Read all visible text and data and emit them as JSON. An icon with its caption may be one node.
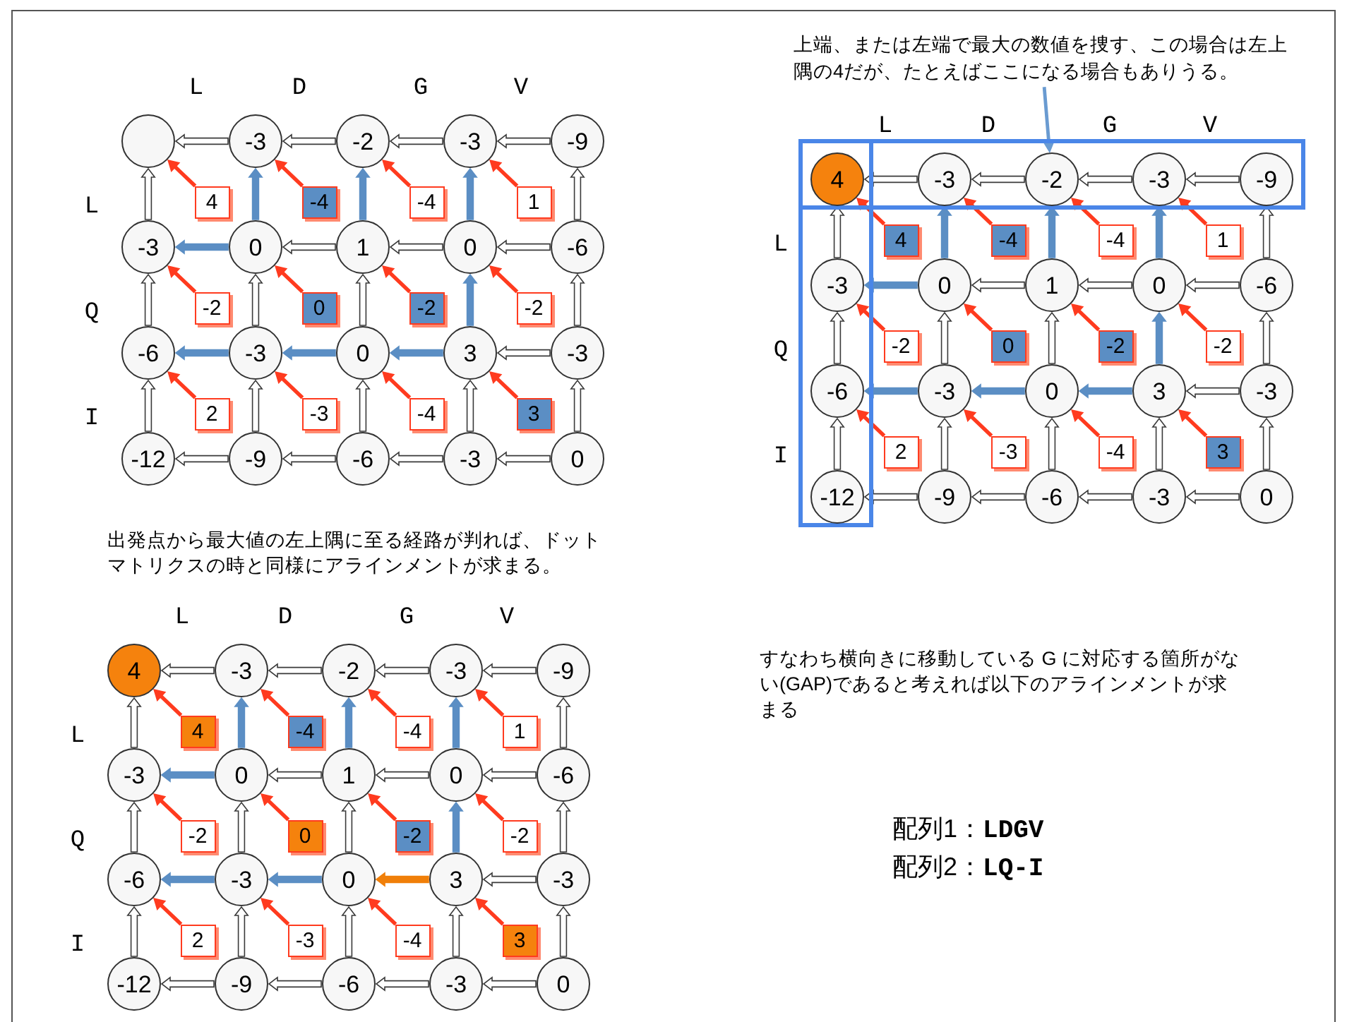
{
  "diagram": {
    "nodes": [
      {
        "text": [],
        "shape": "circle"
      },
      {
        "text": [
          "-3"
        ]
      },
      {
        "text": [
          "-2"
        ]
      },
      {
        "text": [
          "-3"
        ]
      },
      {
        "text": [
          "-9"
        ]
      },
      {
        "text": [
          "-3"
        ]
      },
      {
        "text": [
          "0"
        ]
      },
      {
        "text": [
          "1"
        ]
      },
      {
        "text": [
          "0"
        ]
      },
      {
        "text": [
          "-6"
        ]
      },
      {
        "text": [
          "-6"
        ]
      },
      {
        "text": [
          "-3"
        ]
      },
      {
        "text": [
          "0"
        ]
      },
      {
        "text": [
          "3"
        ]
      },
      {
        "text": [
          "-3"
        ]
      },
      {
        "text": [
          "-12"
        ]
      },
      {
        "text": [
          "-9"
        ]
      },
      {
        "text": [
          "-6"
        ]
      },
      {
        "text": [
          "-3"
        ]
      },
      {
        "text": [
          "0"
        ]
      },
      {
        "text": [
          "4"
        ]
      },
      {
        "text": [
          "-4"
        ]
      },
      {
        "text": [
          "-4"
        ]
      },
      {
        "text": [
          "1"
        ]
      },
      {
        "text": [
          "-2"
        ]
      },
      {
        "text": [
          "0"
        ]
      },
      {
        "text": [
          "-2"
        ]
      },
      {
        "text": [
          "-2"
        ]
      },
      {
        "text": [
          "2"
        ]
      },
      {
        "text": [
          "-3"
        ]
      },
      {
        "text": [
          "-4"
        ]
      },
      {
        "text": [
          "3"
        ]
      },
      {
        "text": [
          "上端、または左端で最大の数値を捜す、この場合は左上隅の4だが、たとえばここになる場合もありうる。"
        ]
      },
      {
        "text": [
          "4"
        ]
      },
      {
        "text": [
          "-3"
        ]
      },
      {
        "text": [
          "-2"
        ]
      },
      {
        "text": [
          "-3"
        ]
      },
      {
        "text": [
          "-9"
        ]
      },
      {
        "text": [
          "-3"
        ]
      },
      {
        "text": [
          "0"
        ]
      },
      {
        "text": [
          "1"
        ]
      },
      {
        "text": [
          "0"
        ]
      },
      {
        "text": [
          "-6"
        ]
      },
      {
        "text": [
          "-6"
        ]
      },
      {
        "text": [
          "-3"
        ]
      },
      {
        "text": [
          "0"
        ]
      },
      {
        "text": [
          "3"
        ]
      },
      {
        "text": [
          "-3"
        ]
      },
      {
        "text": [
          "-12"
        ]
      },
      {
        "text": [
          "-9"
        ]
      },
      {
        "text": [
          "-6"
        ]
      },
      {
        "text": [
          "-3"
        ]
      },
      {
        "text": [
          "0"
        ]
      },
      {
        "text": [
          "4"
        ]
      },
      {
        "text": [
          "-4"
        ]
      },
      {
        "text": [
          "-4"
        ]
      },
      {
        "text": [
          "1"
        ]
      },
      {
        "text": [
          "-2"
        ]
      },
      {
        "text": [
          "0"
        ]
      },
      {
        "text": [
          "-2"
        ]
      },
      {
        "text": [
          "-2"
        ]
      },
      {
        "text": [
          "2"
        ]
      },
      {
        "text": [
          "-3"
        ]
      },
      {
        "text": [
          "-4"
        ]
      },
      {
        "text": [
          "3"
        ]
      },
      {
        "text": [
          "4"
        ]
      },
      {
        "text": [
          "-3"
        ]
      },
      {
        "text": [
          "-2"
        ]
      },
      {
        "text": [
          "-3"
        ]
      },
      {
        "text": [
          "-9"
        ]
      },
      {
        "text": [
          "-3"
        ]
      },
      {
        "text": [
          "0"
        ]
      },
      {
        "text": [
          "1"
        ]
      },
      {
        "text": [
          "0"
        ]
      },
      {
        "text": [
          "-6"
        ]
      },
      {
        "text": [
          "-6"
        ]
      },
      {
        "text": [
          "-3"
        ]
      },
      {
        "text": [
          "0"
        ]
      },
      {
        "text": [
          "3"
        ]
      },
      {
        "text": [
          "-3"
        ]
      },
      {
        "text": [
          "-12"
        ]
      },
      {
        "text": [
          "-9"
        ]
      },
      {
        "text": [
          "-6"
        ]
      },
      {
        "text": [
          "-3"
        ]
      },
      {
        "text": [
          "0"
        ]
      },
      {
        "text": [
          "4"
        ]
      },
      {
        "text": [
          "-4"
        ]
      },
      {
        "text": [
          "-4"
        ]
      },
      {
        "text": [
          "1"
        ]
      },
      {
        "text": [
          "-2"
        ]
      },
      {
        "text": [
          "0"
        ]
      },
      {
        "text": [
          "-2"
        ]
      },
      {
        "text": [
          "-2"
        ]
      },
      {
        "text": [
          "2"
        ]
      },
      {
        "text": [
          "-3"
        ]
      },
      {
        "text": [
          "-4"
        ]
      },
      {
        "text": [
          "3"
        ]
      }
    ],
    "edges": [
      {
        "from": 1,
        "to": 0,
        "arrow": "to"
      },
      {
        "from": 2,
        "to": 1,
        "arrow": "to"
      },
      {
        "from": 3,
        "to": 2,
        "arrow": "to"
      },
      {
        "from": 4,
        "to": 3,
        "arrow": "to"
      },
      {
        "from": 6,
        "to": 5,
        "arrow": "to",
        "color": "#5b8ec4"
      },
      {
        "from": 7,
        "to": 6,
        "arrow": "to"
      },
      {
        "from": 8,
        "to": 7,
        "arrow": "to"
      },
      {
        "from": 9,
        "to": 8,
        "arrow": "to"
      },
      {
        "from": 11,
        "to": 10,
        "arrow": "to",
        "color": "#5b8ec4"
      },
      {
        "from": 12,
        "to": 11,
        "arrow": "to",
        "color": "#5b8ec4"
      },
      {
        "from": 13,
        "to": 12,
        "arrow": "to",
        "color": "#5b8ec4"
      },
      {
        "from": 14,
        "to": 13,
        "arrow": "to"
      },
      {
        "from": 16,
        "to": 15,
        "arrow": "to"
      },
      {
        "from": 17,
        "to": 16,
        "arrow": "to"
      },
      {
        "from": 18,
        "to": 17,
        "arrow": "to"
      },
      {
        "from": 19,
        "to": 18,
        "arrow": "to"
      },
      {
        "from": 5,
        "to": 0,
        "arrow": "to"
      },
      {
        "from": 6,
        "to": 1,
        "arrow": "to",
        "color": "#5b8ec4"
      },
      {
        "from": 7,
        "to": 2,
        "arrow": "to",
        "color": "#5b8ec4"
      },
      {
        "from": 8,
        "to": 3,
        "arrow": "to",
        "color": "#5b8ec4"
      },
      {
        "from": 9,
        "to": 4,
        "arrow": "to"
      },
      {
        "from": 10,
        "to": 5,
        "arrow": "to"
      },
      {
        "from": 11,
        "to": 6,
        "arrow": "to"
      },
      {
        "from": 12,
        "to": 7,
        "arrow": "to"
      },
      {
        "from": 13,
        "to": 8,
        "arrow": "to",
        "color": "#5b8ec4"
      },
      {
        "from": 14,
        "to": 9,
        "arrow": "to"
      },
      {
        "from": 15,
        "to": 10,
        "arrow": "to"
      },
      {
        "from": 16,
        "to": 11,
        "arrow": "to"
      },
      {
        "from": 17,
        "to": 12,
        "arrow": "to"
      },
      {
        "from": 18,
        "to": 13,
        "arrow": "to"
      },
      {
        "from": 19,
        "to": 14,
        "arrow": "to"
      },
      {
        "from": 20,
        "to": 0,
        "arrow": "to",
        "color": "#ff3b1f"
      },
      {
        "from": 21,
        "to": 1,
        "arrow": "to",
        "color": "#ff3b1f"
      },
      {
        "from": 22,
        "to": 2,
        "arrow": "to",
        "color": "#ff3b1f"
      },
      {
        "from": 23,
        "to": 3,
        "arrow": "to",
        "color": "#ff3b1f"
      },
      {
        "from": 24,
        "to": 5,
        "arrow": "to",
        "color": "#ff3b1f"
      },
      {
        "from": 25,
        "to": 6,
        "arrow": "to",
        "color": "#ff3b1f"
      },
      {
        "from": 26,
        "to": 7,
        "arrow": "to",
        "color": "#ff3b1f"
      },
      {
        "from": 27,
        "to": 8,
        "arrow": "to",
        "color": "#ff3b1f"
      },
      {
        "from": 28,
        "to": 10,
        "arrow": "to",
        "color": "#ff3b1f"
      },
      {
        "from": 29,
        "to": 11,
        "arrow": "to",
        "color": "#ff3b1f"
      },
      {
        "from": 30,
        "to": 12,
        "arrow": "to",
        "color": "#ff3b1f"
      },
      {
        "from": 31,
        "to": 13,
        "arrow": "to",
        "color": "#ff3b1f"
      },
      {
        "from": 32,
        "to": 35,
        "arrow": "to",
        "color": "#6a9bd1"
      },
      {
        "from": 34,
        "to": 33,
        "arrow": "to"
      },
      {
        "from": 35,
        "to": 34,
        "arrow": "to"
      },
      {
        "from": 36,
        "to": 35,
        "arrow": "to"
      },
      {
        "from": 37,
        "to": 36,
        "arrow": "to"
      },
      {
        "from": 39,
        "to": 38,
        "arrow": "to",
        "color": "#5b8ec4"
      },
      {
        "from": 40,
        "to": 39,
        "arrow": "to"
      },
      {
        "from": 41,
        "to": 40,
        "arrow": "to"
      },
      {
        "from": 42,
        "to": 41,
        "arrow": "to"
      },
      {
        "from": 44,
        "to": 43,
        "arrow": "to",
        "color": "#5b8ec4"
      },
      {
        "from": 45,
        "to": 44,
        "arrow": "to",
        "color": "#5b8ec4"
      },
      {
        "from": 46,
        "to": 45,
        "arrow": "to",
        "color": "#5b8ec4"
      },
      {
        "from": 47,
        "to": 46,
        "arrow": "to"
      },
      {
        "from": 49,
        "to": 48,
        "arrow": "to"
      },
      {
        "from": 50,
        "to": 49,
        "arrow": "to"
      },
      {
        "from": 51,
        "to": 50,
        "arrow": "to"
      },
      {
        "from": 52,
        "to": 51,
        "arrow": "to"
      },
      {
        "from": 38,
        "to": 33,
        "arrow": "to"
      },
      {
        "from": 39,
        "to": 34,
        "arrow": "to",
        "color": "#5b8ec4"
      },
      {
        "from": 40,
        "to": 35,
        "arrow": "to",
        "color": "#5b8ec4"
      },
      {
        "from": 41,
        "to": 36,
        "arrow": "to",
        "color": "#5b8ec4"
      },
      {
        "from": 42,
        "to": 37,
        "arrow": "to"
      },
      {
        "from": 43,
        "to": 38,
        "arrow": "to"
      },
      {
        "from": 44,
        "to": 39,
        "arrow": "to"
      },
      {
        "from": 45,
        "to": 40,
        "arrow": "to"
      },
      {
        "from": 46,
        "to": 41,
        "arrow": "to",
        "color": "#5b8ec4"
      },
      {
        "from": 47,
        "to": 42,
        "arrow": "to"
      },
      {
        "from": 48,
        "to": 43,
        "arrow": "to"
      },
      {
        "from": 49,
        "to": 44,
        "arrow": "to"
      },
      {
        "from": 50,
        "to": 45,
        "arrow": "to"
      },
      {
        "from": 51,
        "to": 46,
        "arrow": "to"
      },
      {
        "from": 52,
        "to": 47,
        "arrow": "to"
      },
      {
        "from": 53,
        "to": 33,
        "arrow": "to",
        "color": "#ff3b1f"
      },
      {
        "from": 54,
        "to": 34,
        "arrow": "to",
        "color": "#ff3b1f"
      },
      {
        "from": 55,
        "to": 35,
        "arrow": "to",
        "color": "#ff3b1f"
      },
      {
        "from": 56,
        "to": 36,
        "arrow": "to",
        "color": "#ff3b1f"
      },
      {
        "from": 57,
        "to": 38,
        "arrow": "to",
        "color": "#ff3b1f"
      },
      {
        "from": 58,
        "to": 39,
        "arrow": "to",
        "color": "#ff3b1f"
      },
      {
        "from": 59,
        "to": 40,
        "arrow": "to",
        "color": "#ff3b1f"
      },
      {
        "from": 60,
        "to": 41,
        "arrow": "to",
        "color": "#ff3b1f"
      },
      {
        "from": 61,
        "to": 43,
        "arrow": "to",
        "color": "#ff3b1f"
      },
      {
        "from": 62,
        "to": 44,
        "arrow": "to",
        "color": "#ff3b1f"
      },
      {
        "from": 63,
        "to": 45,
        "arrow": "to",
        "color": "#ff3b1f"
      },
      {
        "from": 64,
        "to": 46,
        "arrow": "to",
        "color": "#ff3b1f"
      },
      {
        "from": 66,
        "to": 65,
        "arrow": "to"
      },
      {
        "from": 67,
        "to": 66,
        "arrow": "to"
      },
      {
        "from": 68,
        "to": 67,
        "arrow": "to"
      },
      {
        "from": 69,
        "to": 68,
        "arrow": "to"
      },
      {
        "from": 71,
        "to": 70,
        "arrow": "to",
        "color": "#5b8ec4"
      },
      {
        "from": 72,
        "to": 71,
        "arrow": "to"
      },
      {
        "from": 73,
        "to": 72,
        "arrow": "to"
      },
      {
        "from": 74,
        "to": 73,
        "arrow": "to"
      },
      {
        "from": 76,
        "to": 75,
        "arrow": "to",
        "color": "#5b8ec4"
      },
      {
        "from": 77,
        "to": 76,
        "arrow": "to",
        "color": "#5b8ec4"
      },
      {
        "from": 78,
        "to": 77,
        "arrow": "to",
        "color": "#f07f09"
      },
      {
        "from": 79,
        "to": 78,
        "arrow": "to"
      },
      {
        "from": 81,
        "to": 80,
        "arrow": "to"
      },
      {
        "from": 82,
        "to": 81,
        "arrow": "to"
      },
      {
        "from": 83,
        "to": 82,
        "arrow": "to"
      },
      {
        "from": 84,
        "to": 83,
        "arrow": "to"
      },
      {
        "from": 70,
        "to": 65,
        "arrow": "to"
      },
      {
        "from": 71,
        "to": 66,
        "arrow": "to",
        "color": "#5b8ec4"
      },
      {
        "from": 72,
        "to": 67,
        "arrow": "to",
        "color": "#5b8ec4"
      },
      {
        "from": 73,
        "to": 68,
        "arrow": "to",
        "color": "#5b8ec4"
      },
      {
        "from": 74,
        "to": 69,
        "arrow": "to"
      },
      {
        "from": 75,
        "to": 70,
        "arrow": "to"
      },
      {
        "from": 76,
        "to": 71,
        "arrow": "to"
      },
      {
        "from": 77,
        "to": 72,
        "arrow": "to"
      },
      {
        "from": 78,
        "to": 73,
        "arrow": "to",
        "color": "#5b8ec4"
      },
      {
        "from": 79,
        "to": 74,
        "arrow": "to"
      },
      {
        "from": 80,
        "to": 75,
        "arrow": "to"
      },
      {
        "from": 81,
        "to": 76,
        "arrow": "to"
      },
      {
        "from": 82,
        "to": 77,
        "arrow": "to"
      },
      {
        "from": 83,
        "to": 78,
        "arrow": "to"
      },
      {
        "from": 84,
        "to": 79,
        "arrow": "to"
      },
      {
        "from": 85,
        "to": 65,
        "arrow": "to",
        "color": "#ff3b1f"
      },
      {
        "from": 86,
        "to": 66,
        "arrow": "to",
        "color": "#ff3b1f"
      },
      {
        "from": 87,
        "to": 67,
        "arrow": "to",
        "color": "#ff3b1f"
      },
      {
        "from": 88,
        "to": 68,
        "arrow": "to",
        "color": "#ff3b1f"
      },
      {
        "from": 89,
        "to": 70,
        "arrow": "to",
        "color": "#ff3b1f"
      },
      {
        "from": 90,
        "to": 71,
        "arrow": "to",
        "color": "#ff3b1f"
      },
      {
        "from": 91,
        "to": 72,
        "arrow": "to",
        "color": "#ff3b1f"
      },
      {
        "from": 92,
        "to": 73,
        "arrow": "to",
        "color": "#ff3b1f"
      },
      {
        "from": 93,
        "to": 75,
        "arrow": "to",
        "color": "#ff3b1f"
      },
      {
        "from": 94,
        "to": 76,
        "arrow": "to",
        "color": "#ff3b1f"
      },
      {
        "from": 95,
        "to": 77,
        "arrow": "to",
        "color": "#ff3b1f"
      },
      {
        "from": 96,
        "to": 78,
        "arrow": "to",
        "color": "#ff3b1f"
      }
    ],
    "labels": [
      "L",
      "D",
      "G",
      "V",
      "L",
      "Q",
      "I",
      "L",
      "D",
      "G",
      "V",
      "L",
      "Q",
      "I",
      "出発点から最大値の左上隅に至る経路が判れば、ドットマトリクスの時と同様にアラインメントが求まる。",
      "L",
      "D",
      "G",
      "V",
      "L",
      "Q",
      "I",
      "すなわち横向きに移動している G に対応する箇所がない(GAP)であると考えれば以下のアラインメントが求まる",
      "配列1：**LDGV**",
      "配列2：**LQ-I**"
    ]
  }
}
